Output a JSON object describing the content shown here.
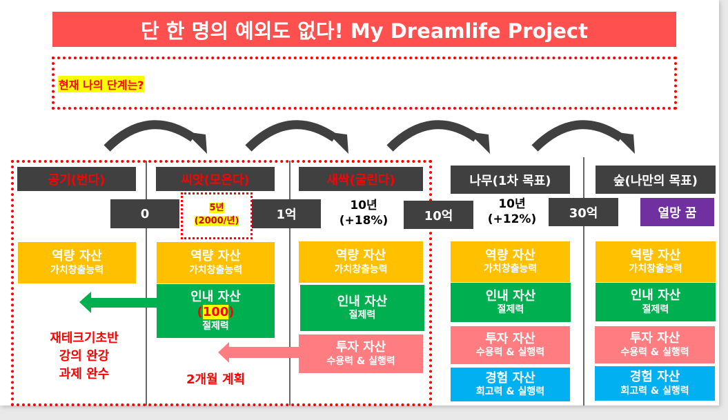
{
  "title": "단 한 명의 예외도 없다! My Dreamlife Project",
  "question": "현재 나의 단계는?",
  "stages": [
    {
      "label": "공기(번다)"
    },
    {
      "label": "씨앗(모은다)"
    },
    {
      "label": "새싹(굴린다)"
    },
    {
      "label": "나무(1차 목표)"
    },
    {
      "label": "숲(나만의 목표)"
    }
  ],
  "milestones": {
    "m0": "0",
    "seed_years": "5년",
    "seed_rate": "(2000/년)",
    "m1": "1억",
    "sprout_years": "10년",
    "sprout_rate": "(+18%)",
    "m2": "10억",
    "tree_years": "10년",
    "tree_rate": "(+12%)",
    "m3": "30억",
    "dream": "열망 꿈"
  },
  "assets": {
    "capability": {
      "title": "역량 자산",
      "sub": "가치창출능력"
    },
    "patience": {
      "title": "인내 자산",
      "sub": "절제력",
      "highlight": "100"
    },
    "investment": {
      "title": "투자 자산",
      "sub": "수용력 & 실행력"
    },
    "experience": {
      "title": "경험 자산",
      "sub": "회고력 & 실행력"
    }
  },
  "notes": {
    "air": [
      "재테크기초반",
      "강의 완강",
      "과제 완수"
    ],
    "seed": "2개월 계획"
  },
  "colors": {
    "title": "#ff5050",
    "yellow": "#ffc000",
    "green": "#00b050",
    "pink": "#ff7c80",
    "blue": "#00b0f0",
    "purple": "#7030a0",
    "dark": "#404040"
  }
}
